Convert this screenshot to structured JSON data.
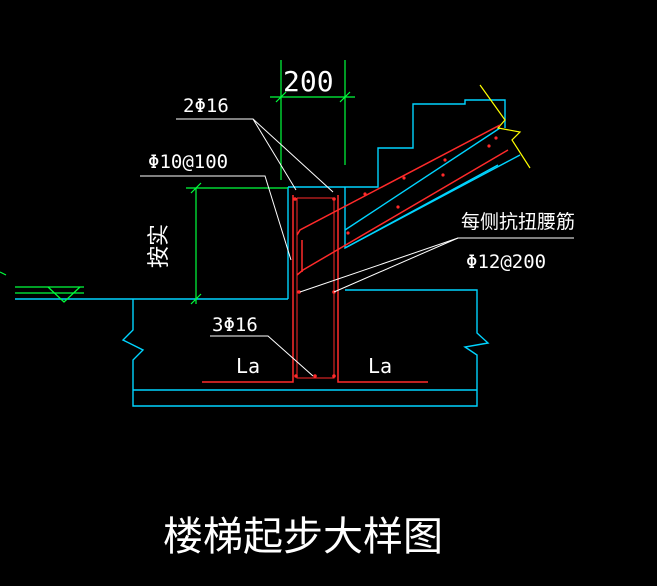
{
  "title": "楼梯起步大样图",
  "labels": {
    "dim_200": "200",
    "top_bar": "2Φ16",
    "stirrup": "Φ10@100",
    "height_note": "按实",
    "bottom_bar": "3Φ16",
    "la_left": "La",
    "la_right": "La",
    "waist_note": "每侧抗扭腰筋",
    "waist_bar": "Φ12@200"
  },
  "colors": {
    "background": "#000000",
    "concrete": "#00d4ff",
    "rebar": "#ff2a2a",
    "dimension": "#00ff3c",
    "text": "#ffffff",
    "leader": "#ffffff",
    "stair_top_marker": "#ffff00"
  }
}
